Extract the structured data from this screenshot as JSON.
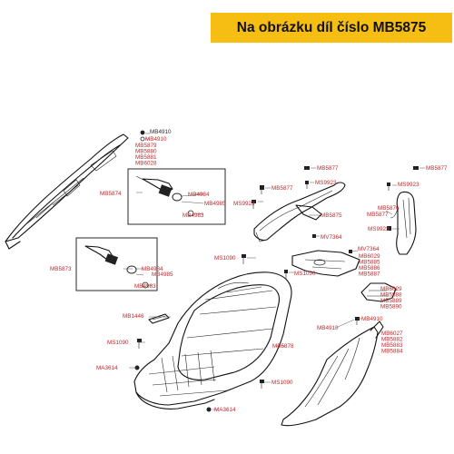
{
  "banner": {
    "text": "Na obrázku díl číslo MB5875"
  },
  "colors": {
    "banner_bg": "#f6bd12",
    "label_red": "#c0282c",
    "outline": "#111111"
  },
  "labels": {
    "mb4910_a": "MB4910",
    "mb4910_b": "MB4910",
    "group_rear_left": [
      "MB5879",
      "MB5880",
      "MB5881",
      "MB6028"
    ],
    "mb5874": "MB5874",
    "mb4984_a": "MB4984",
    "mb4985_a": "MB4985",
    "mb4983_a": "MB4983",
    "mb5877_a": "MB5877",
    "mb5877_b": "MB5877",
    "mb5877_c": "MB5877",
    "mb5877_d": "MB5877",
    "ms9923_a": "MS9923",
    "ms9923_b": "MS9923",
    "ms9923_c": "MS9923",
    "ms9923_d": "MS9923",
    "mb5875": "MB5875",
    "mb5876": "MB5876",
    "mv7364_a": "MV7364",
    "mv7364_b": "MV7364",
    "ms1090_a": "MS1090",
    "ms1090_b": "MS1090",
    "ms1090_c": "MS1090",
    "ms1090_d": "MS1090",
    "group_tail": [
      "MB6029",
      "MB5885",
      "MB5886",
      "MB5887"
    ],
    "mb5873": "MB5873",
    "mb4984_b": "MB4984",
    "mb4985_b": "MB4985",
    "mb4983_b": "MB4983",
    "group_tail_light": [
      "MB6029",
      "MB5888",
      "MB5889",
      "MB5890"
    ],
    "mb1446": "MB1446",
    "mb4910_c": "MB4910",
    "mb5878": "MB5878",
    "group_rear_right": [
      "MB6027",
      "MB5882",
      "MB5883",
      "MB5884"
    ],
    "ma3614_a": "MA3614",
    "ma3614_b": "MA3614"
  }
}
